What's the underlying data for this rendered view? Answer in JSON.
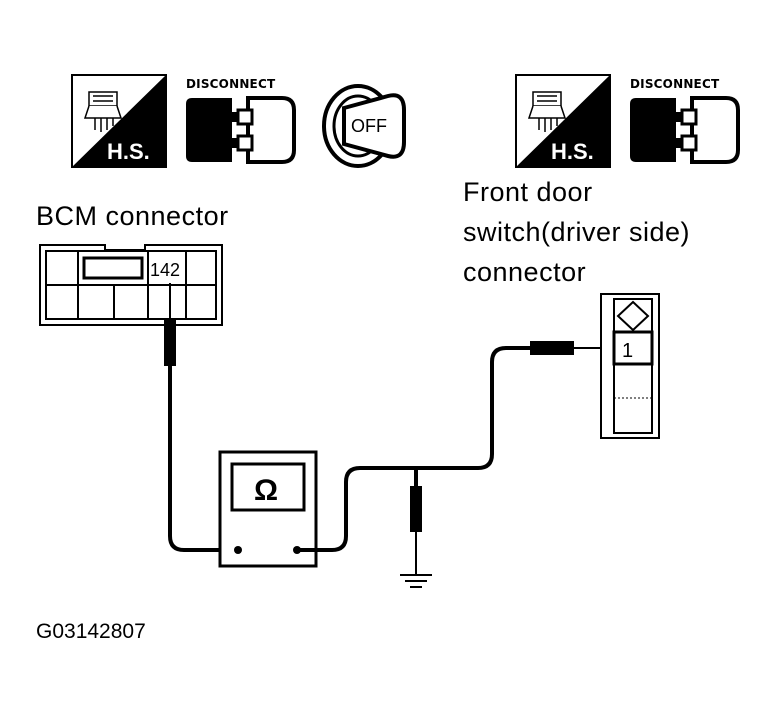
{
  "left_icons": {
    "hs_label": "H.S.",
    "disconnect_label": "DISCONNECT",
    "key_label": "OFF"
  },
  "right_icons": {
    "hs_label": "H.S.",
    "disconnect_label": "DISCONNECT"
  },
  "bcm_connector": {
    "title": "BCM connector",
    "terminal": "142"
  },
  "door_switch_connector": {
    "title_lines": [
      "Front door",
      "switch(driver side)",
      "connector"
    ],
    "terminal": "1"
  },
  "meter": {
    "symbol": "Ω"
  },
  "figure_code": "G03142807"
}
